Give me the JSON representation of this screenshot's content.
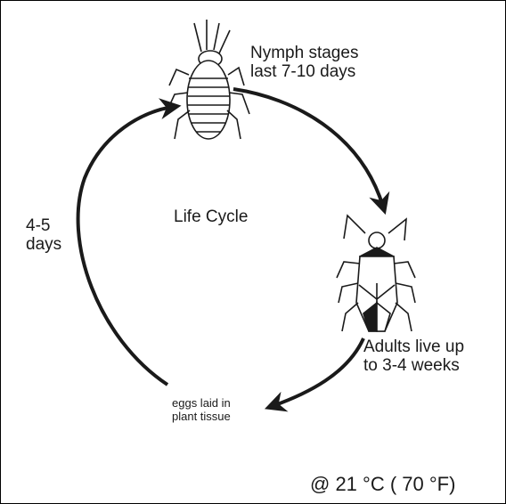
{
  "diagram": {
    "stages": {
      "nymph_line1": "Nymph stages",
      "nymph_line2": "last 7-10 days",
      "adult_line1": "Adults live up",
      "adult_line2": "to 3-4 weeks",
      "eggs_line1": "eggs laid in",
      "eggs_line2": "plant tissue",
      "egg_duration_line1": "4-5",
      "egg_duration_line2": "days"
    },
    "center_label": "Life Cycle",
    "temperature": "@ 21 °C ( 70 °F)",
    "icons": [
      "nymph-insect-icon",
      "adult-insect-icon"
    ],
    "colors": {
      "ink": "#1a1a1a",
      "background": "#ffffff"
    }
  }
}
